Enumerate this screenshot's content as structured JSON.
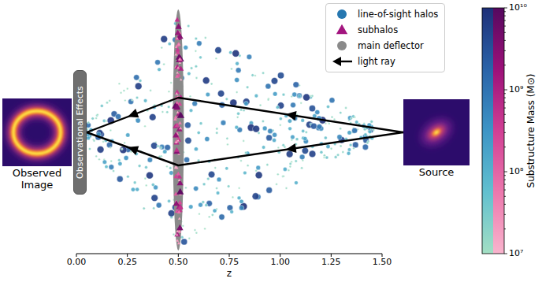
{
  "diagram": {
    "nodes": [
      {
        "text": [
          "Observed Image"
        ]
      },
      {
        "text": [
          "Observational Effects"
        ]
      },
      {
        "text": [
          "Source"
        ]
      }
    ],
    "edges": [
      {
        "from": 2,
        "to": 1,
        "arrow": "to"
      },
      {
        "from": 2,
        "to": 1,
        "arrow": "to"
      }
    ],
    "labels": [
      "0.00",
      "0.25",
      "0.50",
      "0.75",
      "1.00",
      "1.25",
      "1.50",
      "z",
      "10¹⁰",
      "10⁹",
      "10⁸",
      "10⁷",
      "Substructure Mass (M⊙)"
    ],
    "legend": [
      {
        "text": "line-of-sight halos"
      },
      {
        "text": "subhalos"
      },
      {
        "text": "main deflector"
      },
      {
        "text": "light ray"
      }
    ]
  }
}
